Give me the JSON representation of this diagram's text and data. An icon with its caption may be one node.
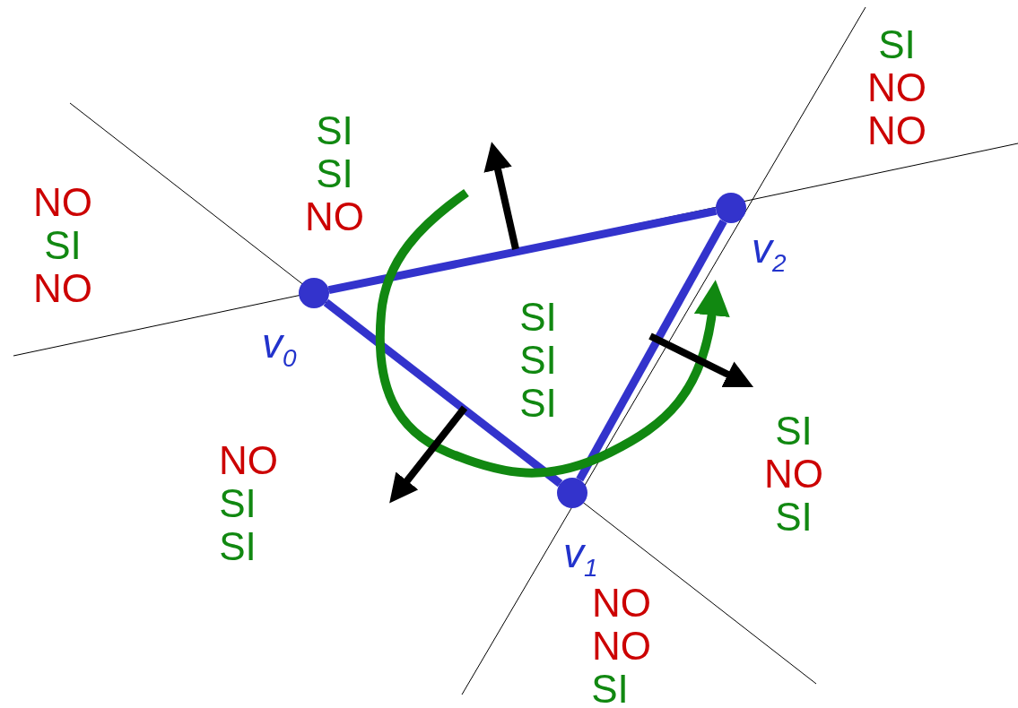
{
  "diagram": {
    "nodes": [
      {
        "text": [],
        "shape": "circle",
        "beside": [
          "v$_{0}$"
        ]
      },
      {
        "text": [],
        "shape": "circle",
        "beside": [
          "v$_{1}$"
        ]
      },
      {
        "text": [],
        "shape": "circle",
        "beside": [
          "v$_{2}$"
        ]
      }
    ],
    "edges": [
      {
        "from": 0,
        "to": 1,
        "arrow": "none"
      },
      {
        "from": 1,
        "to": 2,
        "arrow": "none"
      },
      {
        "from": 2,
        "to": 0,
        "arrow": "none"
      }
    ],
    "labels": [
      "SI",
      "NO",
      "NO",
      "SI",
      "SI",
      "NO",
      "NO",
      "SI",
      "NO",
      "SI",
      "SI",
      "SI",
      "SI",
      "NO",
      "SI",
      "NO",
      "SI",
      "SI",
      "NO",
      "NO",
      "SI"
    ]
  }
}
